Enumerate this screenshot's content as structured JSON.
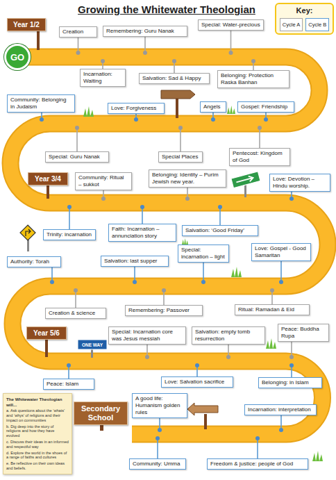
{
  "diagram": {
    "title": "Growing the Whitewater Theologian",
    "nodes": [
      {
        "text": [
          "Key:"
        ]
      },
      {
        "text": [
          "Year 1/2"
        ]
      },
      {
        "text": [
          "Creation"
        ]
      },
      {
        "text": [
          "Remembering: Guru Nanak"
        ]
      },
      {
        "text": [
          "Special: Water-precious"
        ]
      },
      {
        "text": [
          "GO"
        ]
      },
      {
        "text": [
          "Incarnation: Waiting"
        ]
      },
      {
        "text": [
          "Salvation: Sad & Happy"
        ]
      },
      {
        "text": [
          "Belonging: Protection Raska Banhan"
        ]
      },
      {
        "text": [
          "Community: Belonging in Judaism"
        ]
      },
      {
        "text": [
          "Love: Forgiveness"
        ]
      },
      {
        "text": [
          "Angels"
        ]
      },
      {
        "text": [
          "Gospel: Friendship"
        ]
      },
      {
        "text": [
          "Special: Guru Nanak"
        ]
      },
      {
        "text": [
          "Special Places"
        ]
      },
      {
        "text": [
          "Pentecost: Kingdom of God"
        ]
      },
      {
        "text": [
          "Year 3/4"
        ]
      },
      {
        "text": [
          "Community: Ritual – sukkot"
        ]
      },
      {
        "text": [
          "Belonging: Identity – Purim Jewish new year."
        ]
      },
      {
        "text": [
          "Love: Devotion – Hindu worship."
        ]
      },
      {
        "text": [
          "Trinity: incarnation"
        ]
      },
      {
        "text": [
          "Faith: Incarnation – annunciation story"
        ]
      },
      {
        "text": [
          "Salvation: ‘Good Friday’"
        ]
      },
      {
        "text": [
          "Authority: Torah"
        ]
      },
      {
        "text": [
          "Salvation: last supper"
        ]
      },
      {
        "text": [
          "Special: incarnation – light"
        ]
      },
      {
        "text": [
          "Love: Gospel - Good Samaritan"
        ]
      },
      {
        "text": [
          "Creation & science"
        ]
      },
      {
        "text": [
          "Remembering: Passover"
        ]
      },
      {
        "text": [
          "Ritual: Ramadan & Eid"
        ]
      },
      {
        "text": [
          "Year 5/6"
        ]
      },
      {
        "text": [
          "Special: Incarnation core was Jesus messiah"
        ]
      },
      {
        "text": [
          "Salvation: empty tomb resurrection"
        ]
      },
      {
        "text": [
          "Peace: Buddha Rupa"
        ]
      },
      {
        "text": [
          "Peace: Islam"
        ]
      },
      {
        "text": [
          "Love: Salvation sacrifice"
        ]
      },
      {
        "text": [
          "Belonging: in Islam"
        ]
      },
      {
        "text": [
          "The Whitewater Theologian will...",
          "a. Ask questions about the ‘whats’ and ‘whys’ of religions and their impact on communities",
          "b. Dig deep into the story of religions and how they have evolved",
          "c. Discuss their ideas in an informed and respectful way",
          "d. Explore the world in the shoes of a range of faiths and cultures",
          "e. Be reflective on their own ideas and beliefs."
        ]
      },
      {
        "text": [
          "Secondary School"
        ]
      },
      {
        "text": [
          "A good life: Humanism golden rules"
        ]
      },
      {
        "text": [
          "Incarnation: interpretation"
        ]
      },
      {
        "text": [
          "Community: Umma"
        ]
      },
      {
        "text": [
          "Freedom & justice: people of God"
        ]
      }
    ],
    "labels": [
      "ONE WAY"
    ],
    "legend": [
      {
        "text": "Cycle A",
        "color": "#a6a6a6"
      },
      {
        "text": "Cycle B",
        "color": "#5b9bd5"
      }
    ]
  }
}
